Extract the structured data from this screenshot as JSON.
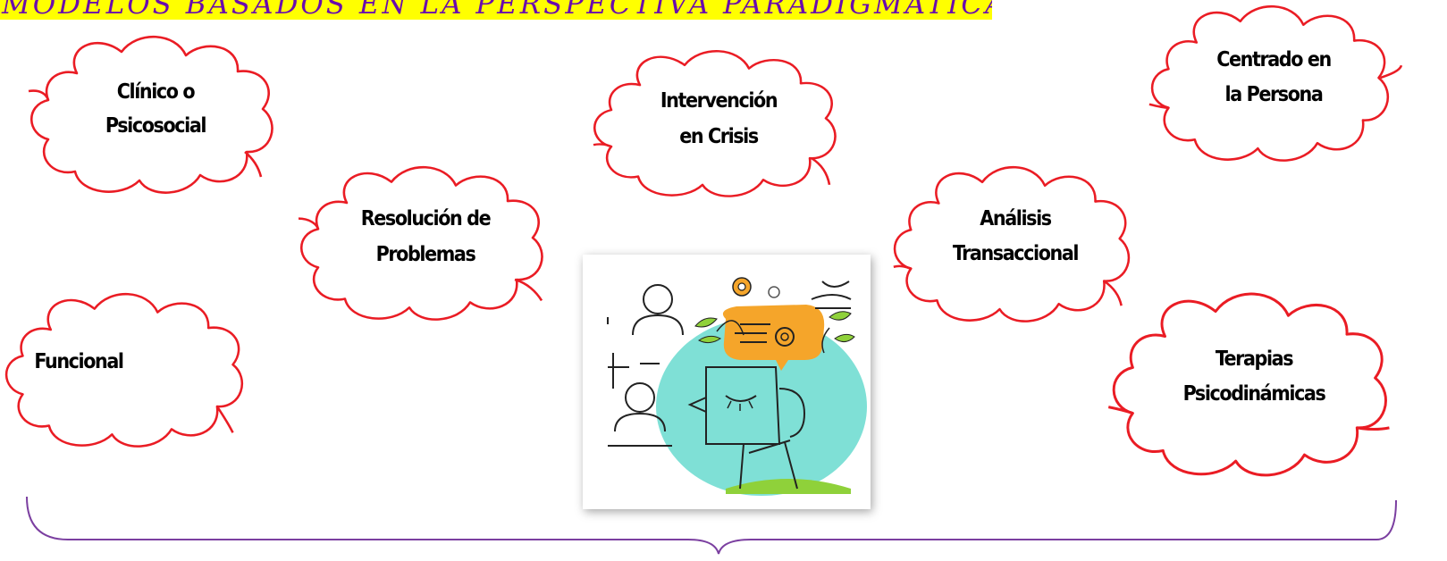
{
  "banner": {
    "text": "MODELOS BASADOS EN LA PERSPECTIVA PARADIGMÁTICA PSICOSOCIAL",
    "highlight_color": "#ffff00",
    "text_color": "#6a0dad"
  },
  "clouds": [
    {
      "line1": "Clínico o",
      "line2": "Psicosocial"
    },
    {
      "line1": "Intervención",
      "line2": "en Crisis"
    },
    {
      "line1": "Centrado en",
      "line2": "la Persona"
    },
    {
      "line1": "Resolución de",
      "line2": "Problemas"
    },
    {
      "line1": "Análisis",
      "line2": "Transaccional"
    },
    {
      "line1": "Funcional",
      "line2": ""
    },
    {
      "line1": "Terapias",
      "line2": "Psicodinámicas"
    }
  ],
  "colors": {
    "cloud_outline": "#ea1c24",
    "brace": "#7b3fa0",
    "head": "#7fe0d6",
    "speech": "#f5a52a",
    "leaves": "#8fd13a"
  },
  "center_image": {
    "icon": "mind-head-illustration"
  }
}
